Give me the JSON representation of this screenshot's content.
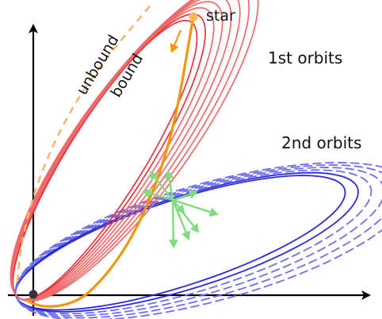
{
  "labels": {
    "star": "star",
    "first_orbits": "1st orbits",
    "second_orbits": "2nd orbits",
    "unbound": "unbound",
    "bound": "bound"
  },
  "colors": {
    "first_orbits": "#f06a6a",
    "first_orbits_inner": "#e8323c",
    "second_orbits": "#6e6ef0",
    "second_orbits_inner": "#2a2ad8",
    "star_path": "#f5960a",
    "star": "#f9b84a",
    "unbound_path": "#f7b676",
    "ejecta_arrows": "#7fdc7f",
    "axes": "#000000",
    "black_hole": "#333333"
  },
  "icons": {
    "black_hole": "filled-circle",
    "star": "filled-circle"
  }
}
